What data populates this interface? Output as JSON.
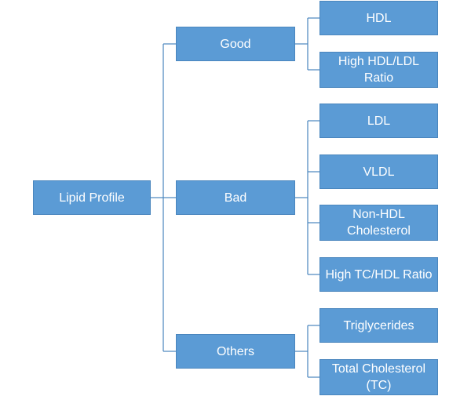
{
  "diagram": {
    "root": {
      "label": "Lipid Profile"
    },
    "groups": [
      {
        "label": "Good",
        "children": [
          {
            "label": "HDL"
          },
          {
            "label": "High HDL/LDL Ratio"
          }
        ]
      },
      {
        "label": "Bad",
        "children": [
          {
            "label": "LDL"
          },
          {
            "label": "VLDL"
          },
          {
            "label": "Non-HDL Cholesterol"
          },
          {
            "label": "High TC/HDL Ratio"
          }
        ]
      },
      {
        "label": "Others",
        "children": [
          {
            "label": "Triglycerides"
          },
          {
            "label": "Total Cholesterol (TC)"
          }
        ]
      }
    ],
    "colors": {
      "box_fill": "#5b9bd5",
      "box_border": "#4a86be",
      "text": "#ffffff",
      "connector": "#4a86be"
    }
  }
}
